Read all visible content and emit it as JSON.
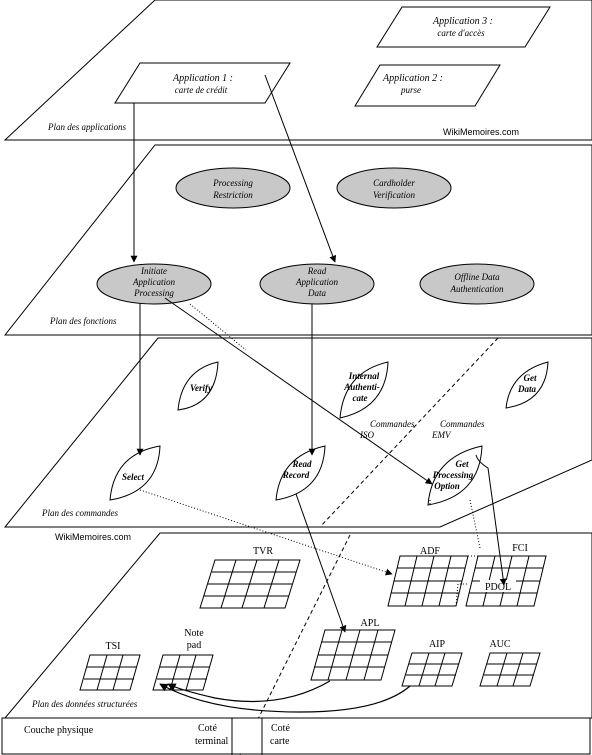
{
  "applications": {
    "app1_line1": "Application 1 :",
    "app1_line2": "carte de crédit",
    "app2_line1": "Application 2 :",
    "app2_line2": "purse",
    "app3_line1": "Application 3 :",
    "app3_line2": "carte d'accès"
  },
  "planes": {
    "applications": "Plan des applications",
    "functions": "Plan des fonctions",
    "commands": "Plan des commandes",
    "data": "Plan des données structurées"
  },
  "watermarks": {
    "top": "WikiMemoires.com",
    "middle": "WikiMemoires.com"
  },
  "functions": {
    "processing_restriction": [
      "Processing",
      "Restriction"
    ],
    "cardholder_verification": [
      "Cardholder",
      "Verification"
    ],
    "initiate_application_processing": [
      "Initiate",
      "Application",
      "Processing"
    ],
    "read_application_data": [
      "Read",
      "Application",
      "Data"
    ],
    "offline_data_authentication": [
      "Offline Data",
      "Authentication"
    ]
  },
  "commands": {
    "verify": "Verify",
    "internal_authenticate": [
      "Internal",
      "Authenti-",
      "cate"
    ],
    "get_data": [
      "Get",
      "Data"
    ],
    "select": "Select",
    "read_record": [
      "Read",
      "Record"
    ],
    "get_processing_option": [
      "Get",
      "Processing",
      "Option"
    ],
    "commandes_iso": [
      "Commandes",
      "ISO"
    ],
    "commandes_emv": [
      "Commandes",
      "EMV"
    ]
  },
  "data_structures": {
    "tvr": "TVR",
    "adf": "ADF",
    "fci": "FCI",
    "pdol": "PDOL",
    "tsi": "TSI",
    "note_pad": [
      "Note",
      "pad"
    ],
    "apl": "APL",
    "aip": "AIP",
    "auc": "AUC"
  },
  "physical": {
    "layer": "Couche physique",
    "terminal_side": [
      "Coté",
      "terminal"
    ],
    "card_side": [
      "Coté",
      "carte"
    ]
  },
  "colors": {
    "ellipse_fill": "#c8c8c8",
    "line": "#000000"
  }
}
